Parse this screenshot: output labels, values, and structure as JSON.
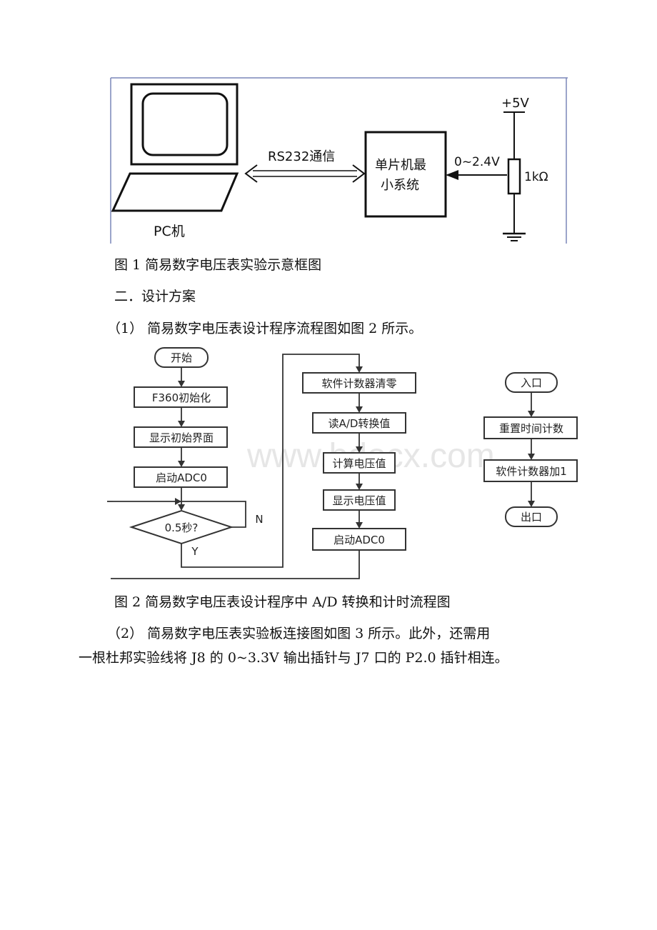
{
  "figure1": {
    "label_rs232": "RS232通信",
    "label_mcu_line1": "单片机最",
    "label_mcu_line2": "小系统",
    "label_voltage_range": "0~2.4V",
    "label_supply": "+5V",
    "label_resistor": "1kΩ",
    "label_pc": "PC机",
    "caption": "图 1 简易数字电压表实验示意框图"
  },
  "section_heading": "二．设计方案",
  "para1": "（1） 简易数字电压表设计程序流程图如图 2 所示。",
  "figure2": {
    "start": "开始",
    "init": "F360初始化",
    "show_init": "显示初始界面",
    "start_adc": "启动ADC0",
    "decision": "0.5秒?",
    "no_label": "N",
    "yes_label": "Y",
    "clear_counter": "软件计数器清零",
    "read_ad": "读A/D转换值",
    "calc_voltage": "计算电压值",
    "show_voltage": "显示电压值",
    "start_adc_2": "启动ADC0",
    "entry": "入口",
    "reset_time": "重置时间计数",
    "counter_inc": "软件计数器加1",
    "exit": "出口",
    "watermark": "www.bdocx.com",
    "caption": "图 2 简易数字电压表设计程序中 A/D 转换和计时流程图"
  },
  "para2_line1": "（2） 简易数字电压表实验板连接图如图 3 所示。此外，还需用",
  "para2_line2": "一根杜邦实验线将 J8 的 0~3.3V 输出插针与 J7 口的 P2.0 插针相连。"
}
